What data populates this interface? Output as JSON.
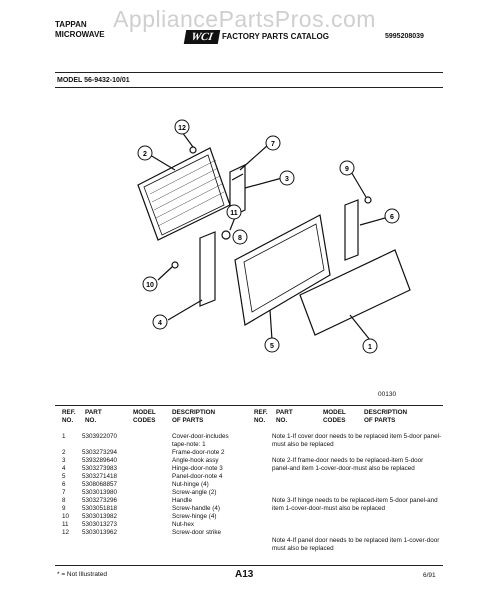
{
  "header": {
    "brand": "TAPPAN",
    "product": "MICROWAVE",
    "watermark": "AppliancePartsPros.com",
    "logo": "WCI",
    "catalog": "FACTORY PARTS CATALOG",
    "catalog_number": "5995208039"
  },
  "model_line": "MODEL 56-9432-10/01",
  "diagram": {
    "callouts": [
      "12",
      "2",
      "7",
      "3",
      "9",
      "6",
      "11",
      "8",
      "10",
      "4",
      "5",
      "1"
    ],
    "figure_code": "00130"
  },
  "table": {
    "headers": {
      "ref_no": "REF. NO.",
      "part_no": "PART NO.",
      "model_codes": "MODEL CODES",
      "description": "DESCRIPTION OF PARTS"
    },
    "rows": [
      {
        "ref": "1",
        "part": "5303922070",
        "desc": "Cover-door-includes"
      },
      {
        "ref": "",
        "part": "",
        "desc": "tape-note: 1"
      },
      {
        "ref": "2",
        "part": "5303273294",
        "desc": "Frame-door-note 2"
      },
      {
        "ref": "3",
        "part": "5393289640",
        "desc": "Angle-hook assy"
      },
      {
        "ref": "4",
        "part": "5303273983",
        "desc": "Hinge-door-note 3"
      },
      {
        "ref": "5",
        "part": "5303271418",
        "desc": "Panel-door-note 4"
      },
      {
        "ref": "6",
        "part": "5308068857",
        "desc": "Nut-hinge (4)"
      },
      {
        "ref": "7",
        "part": "5303013980",
        "desc": "Screw-angle (2)"
      },
      {
        "ref": "8",
        "part": "5303273296",
        "desc": "Handle"
      },
      {
        "ref": "9",
        "part": "5303051818",
        "desc": "Screw-handle (4)"
      },
      {
        "ref": "10",
        "part": "5303013982",
        "desc": "Screw-hinge (4)"
      },
      {
        "ref": "11",
        "part": "5303013273",
        "desc": "Nut-hex"
      },
      {
        "ref": "12",
        "part": "5303013962",
        "desc": "Screw-door strike"
      }
    ],
    "notes": [
      "Note 1-If cover door needs to be replaced item 5-door panel-must also be replaced",
      "Note 2-If frame-door needs to be replaced-item 5-door panel-and item 1-cover-door-must also be replaced",
      "Note 3-If hinge needs to be replaced-item 5-door panel-and item 1-cover-door-must also be replaced",
      "Note 4-If panel door needs to be replaced item 1-cover-door must also be replaced"
    ]
  },
  "footer": {
    "not_illustrated": "* = Not Illustrated",
    "page": "A13",
    "date": "6/91"
  }
}
